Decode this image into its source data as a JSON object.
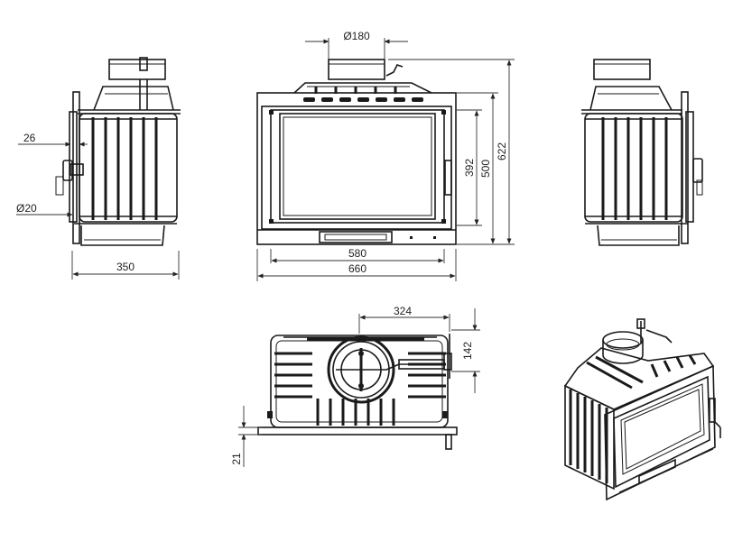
{
  "drawing": {
    "dimensions": {
      "flue_diameter": "Ø180",
      "side_offset": "26",
      "inlet_diameter": "Ø20",
      "side_depth": "350",
      "glass_width": "580",
      "total_width": "660",
      "glass_height": "392",
      "door_height": "500",
      "total_height": "622",
      "flue_offset": "324",
      "flue_depth": "142",
      "base_height": "21"
    }
  }
}
